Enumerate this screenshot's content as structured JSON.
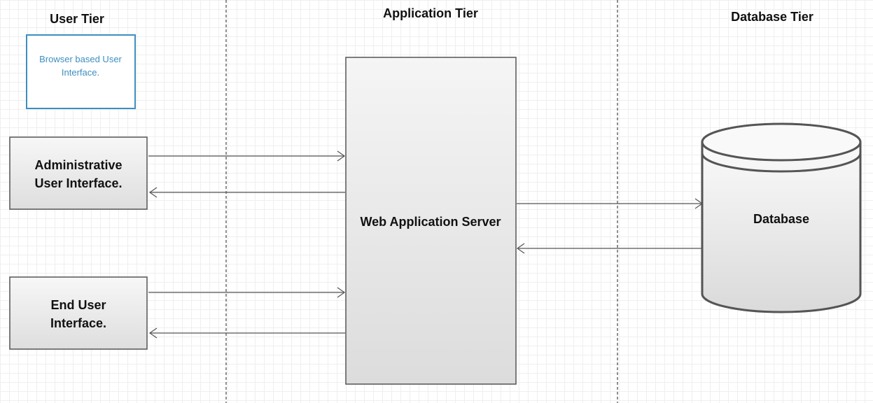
{
  "tiers": {
    "user": "User Tier",
    "application": "Application Tier",
    "database": "Database Tier"
  },
  "note": {
    "line1": "Browser based User",
    "line2": "Interface.",
    "color": "#3d8fc0"
  },
  "nodes": {
    "admin_ui": {
      "line1": "Administrative",
      "line2": "User Interface."
    },
    "end_user_ui": {
      "line1": "End User",
      "line2": "Interface."
    },
    "web_server": {
      "label": "Web Application Server"
    },
    "database": {
      "label": "Database"
    }
  },
  "colors": {
    "box_stroke": "#555555",
    "grid": "#efefef"
  }
}
